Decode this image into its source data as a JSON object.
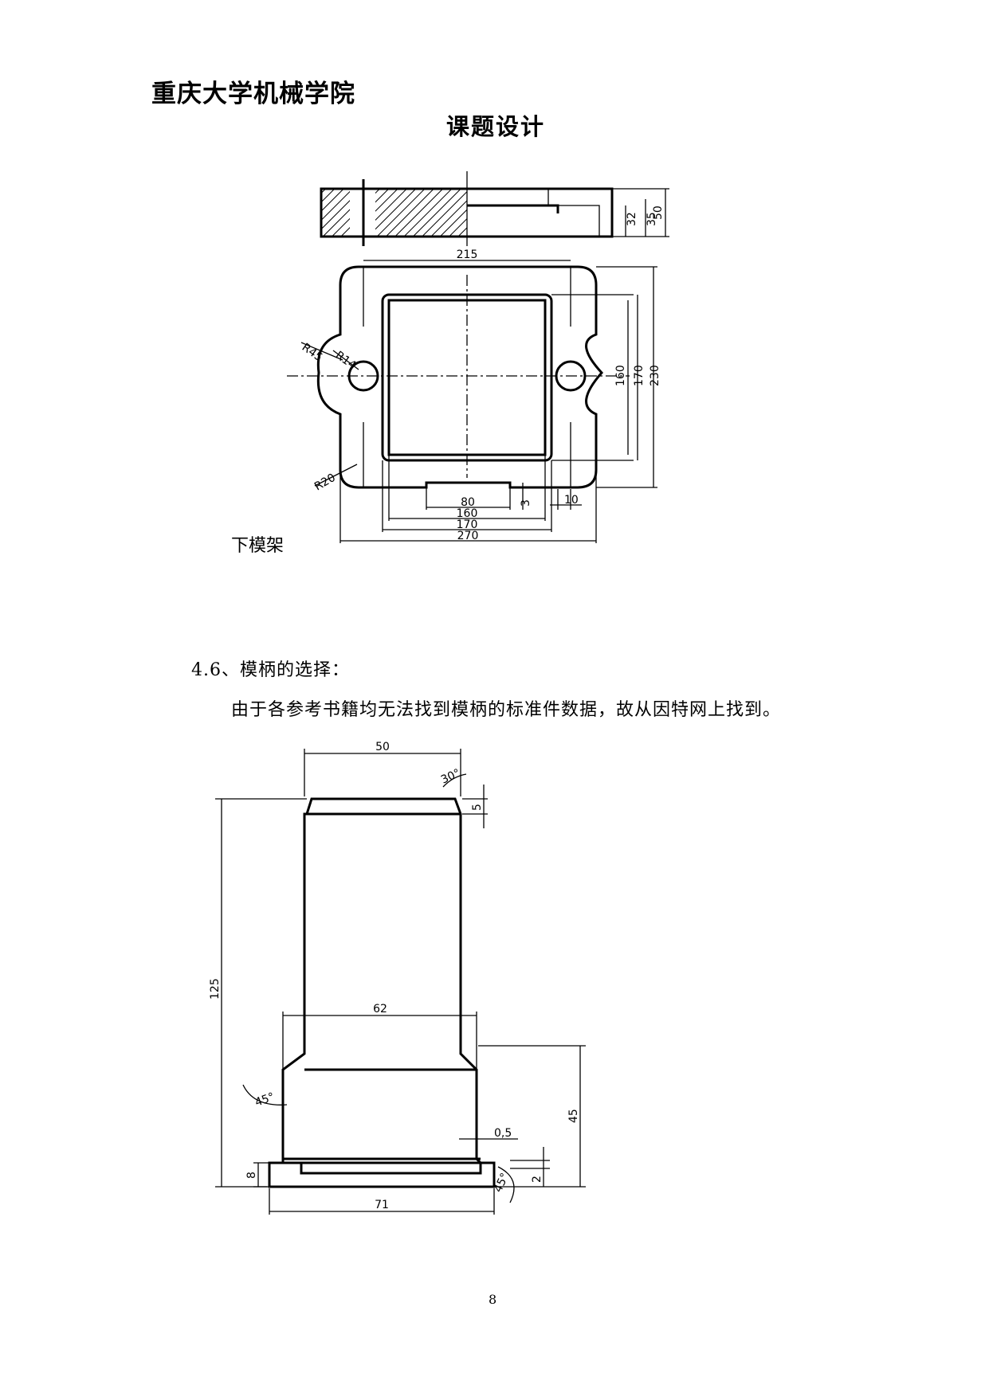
{
  "header": {
    "school": "重庆大学机械学院",
    "subject": "课题设计"
  },
  "figure1": {
    "caption": "下模架",
    "dims": {
      "d32": "32",
      "d35": "35",
      "d50": "50",
      "d215": "215",
      "d160v": "160",
      "d170v": "170",
      "d230": "230",
      "r45": "R45",
      "r14": "R14",
      "r20": "R20",
      "d80": "80",
      "d160h": "160",
      "d170h": "170",
      "d270": "270",
      "d3": "3",
      "d10": "10"
    }
  },
  "section": {
    "heading": "4.6、模柄的选择：",
    "paragraph": "由于各参考书籍均无法找到模柄的标准件数据，故从因特网上找到。"
  },
  "figure2": {
    "dims": {
      "d50": "50",
      "a30": "30°",
      "d5": "5",
      "d125": "125",
      "d62": "62",
      "a45left": "45°",
      "d45": "45",
      "d0_5": "0,5",
      "a45right": "45°",
      "d2": "2",
      "d8": "8",
      "d71": "71"
    }
  },
  "footer": {
    "page_number": "8"
  }
}
